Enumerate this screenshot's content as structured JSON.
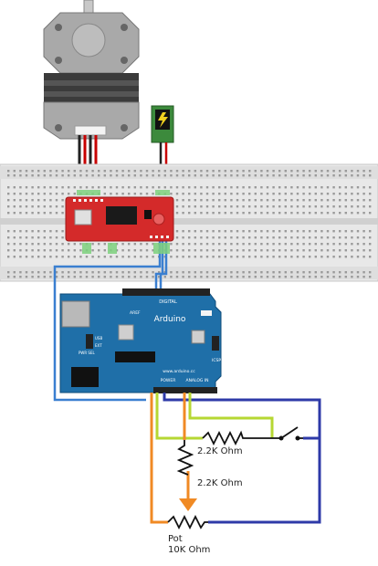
{
  "board": {
    "name": "Arduino",
    "digital_label": "DIGITAL",
    "analog_label": "ANALOG IN",
    "power_label": "POWER",
    "website": "www.arduino.cc",
    "icsp": "ICSP",
    "aref": "AREF",
    "pwr_sel": "PWR SEL",
    "usb": "USB",
    "ext": "EXT"
  },
  "components": {
    "resistor_top": "2.2K Ohm",
    "resistor_mid": "2.2K Ohm",
    "pot_name": "Pot",
    "pot_value": "10K Ohm"
  },
  "colors": {
    "board": "#1f6fa8",
    "driver": "#d42a2a",
    "breadboard": "#e8e8e8",
    "motor": "#8e8e8e",
    "wire_blue": "#2e3aa8",
    "wire_lightblue": "#3a7fd0",
    "wire_green": "#b6d733",
    "wire_orange": "#f08a24",
    "wire_red": "#c80000",
    "jack": "#3c8a3c"
  }
}
